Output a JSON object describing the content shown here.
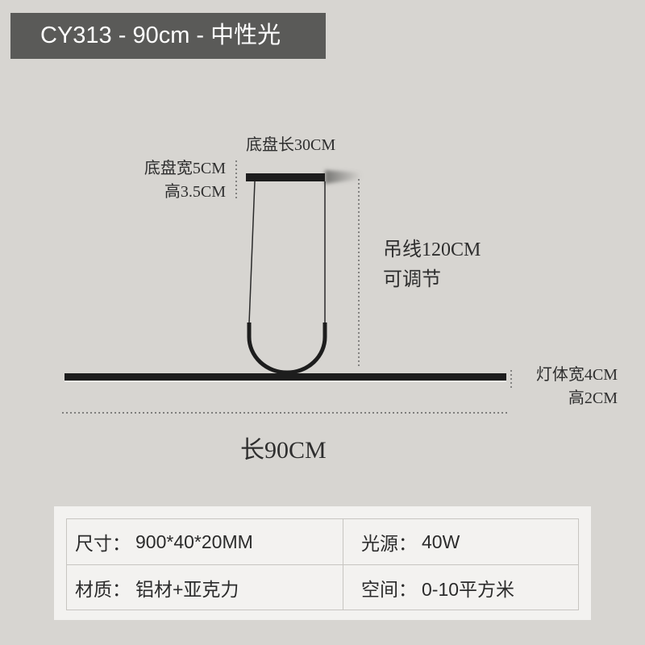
{
  "title": "CY313 - 90cm - 中性光",
  "dimensions": {
    "base_length": "底盘长30CM",
    "base_width": "底盘宽5CM",
    "base_height": "高3.5CM",
    "cable_length": "吊线120CM",
    "cable_note": "可调节",
    "body_width": "灯体宽4CM",
    "body_height": "高2CM",
    "length": "长90CM"
  },
  "specs": [
    [
      {
        "label": "尺寸：",
        "value": "900*40*20MM"
      },
      {
        "label": "光源：",
        "value": "40W"
      }
    ],
    [
      {
        "label": "材质：",
        "value": "铝材+亚克力"
      },
      {
        "label": "空间：",
        "value": "0-10平方米"
      }
    ]
  ],
  "colors": {
    "background": "#d7d5d1",
    "title_bar": "#5a5a58",
    "lamp": "#1d1d1d",
    "spec_panel": "#f3f2f0",
    "table_border": "#c7c5c1"
  }
}
